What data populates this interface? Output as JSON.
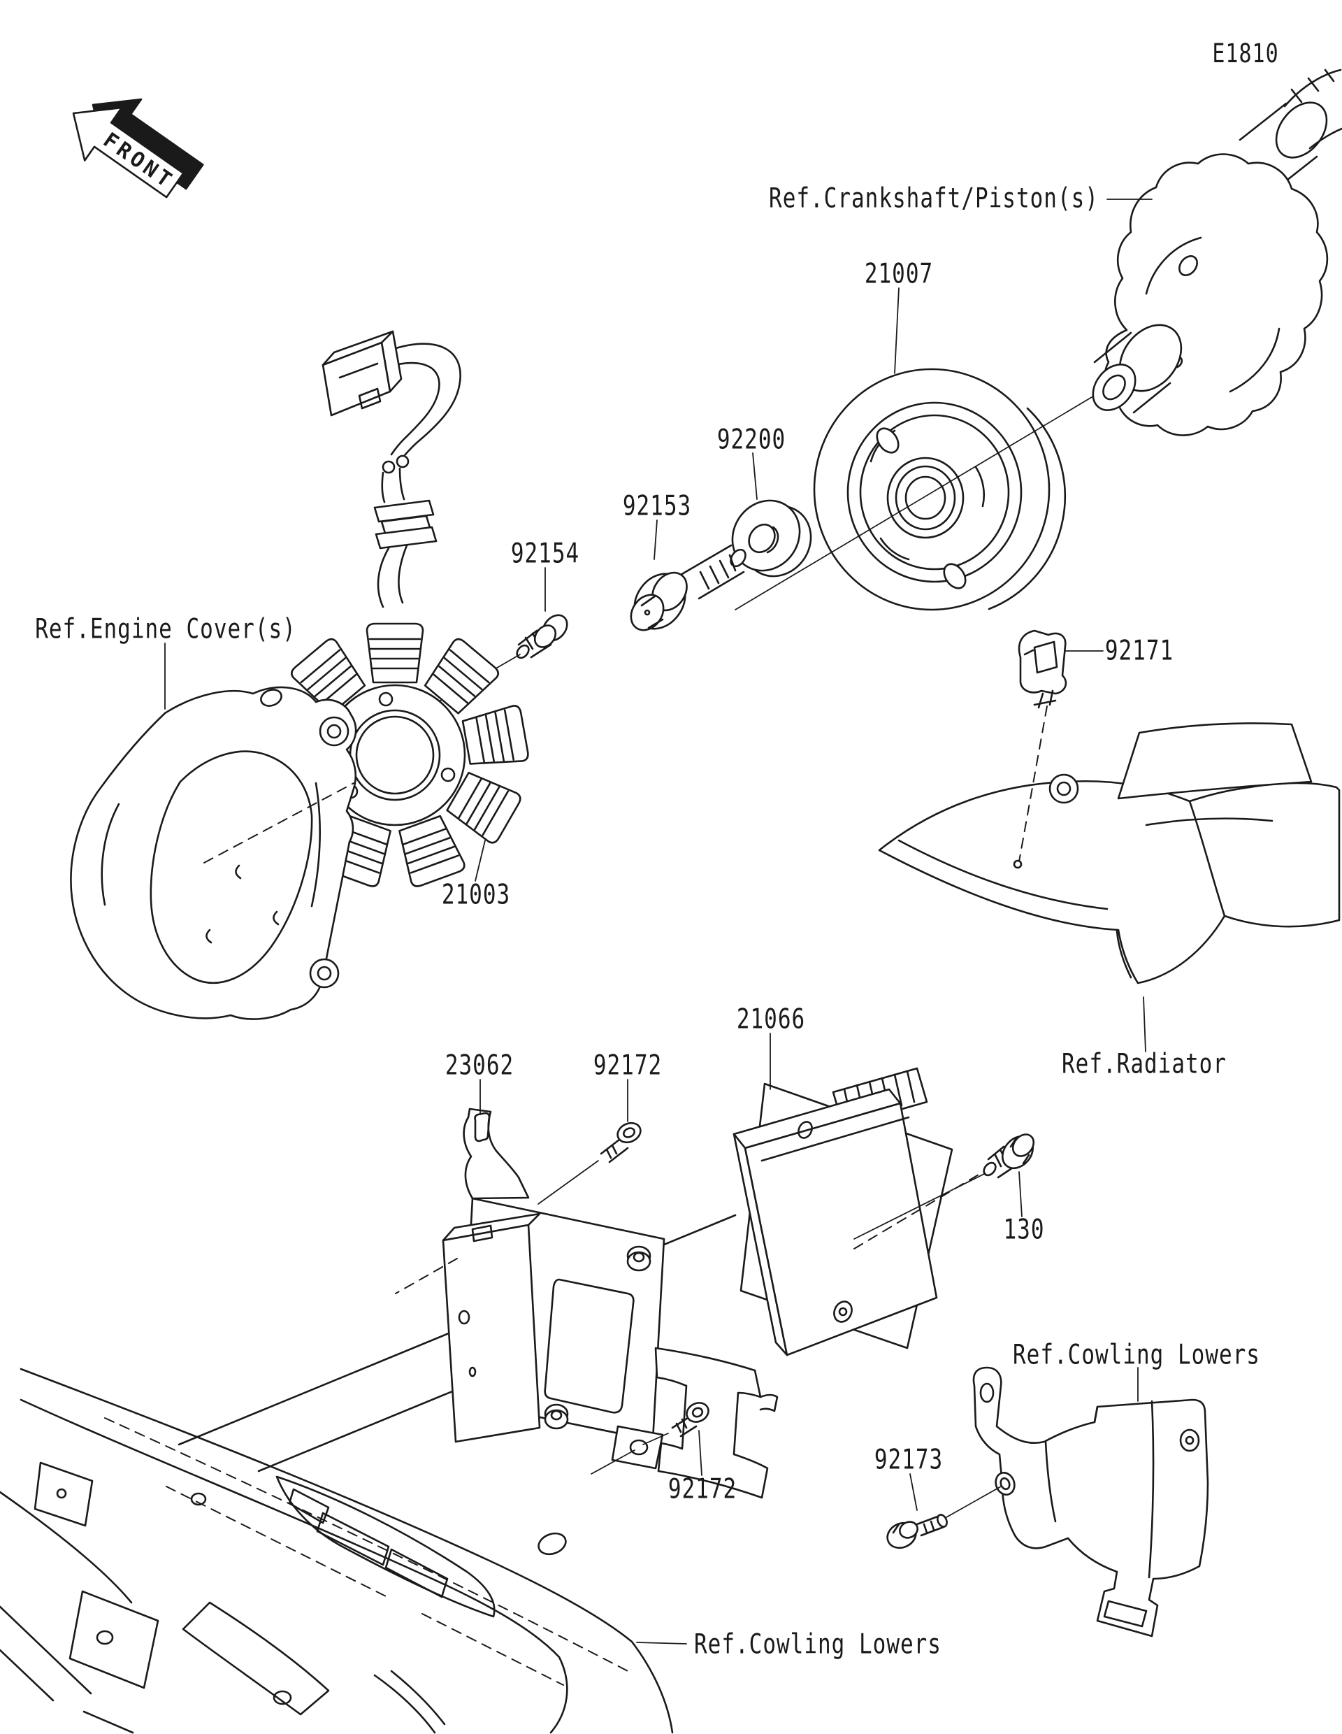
{
  "diagram": {
    "code": "E1810",
    "front_marker": "FRONT"
  },
  "style": {
    "ink": "#1a1a1a",
    "paper": "#ffffff"
  },
  "labels": {
    "parts": [
      {
        "number": "21007"
      },
      {
        "number": "92200"
      },
      {
        "number": "92153"
      },
      {
        "number": "92154"
      },
      {
        "number": "21003"
      },
      {
        "number": "92171"
      },
      {
        "number": "23062"
      },
      {
        "number": "92172"
      },
      {
        "number": "21066"
      },
      {
        "number": "130"
      },
      {
        "number": "92173"
      },
      {
        "number": "92172"
      }
    ],
    "references": [
      {
        "text": "Ref.Crankshaft/Piston(s)"
      },
      {
        "text": "Ref.Engine Cover(s)"
      },
      {
        "text": "Ref.Radiator"
      },
      {
        "text": "Ref.Cowling Lowers"
      },
      {
        "text": "Ref.Cowling Lowers"
      }
    ]
  }
}
